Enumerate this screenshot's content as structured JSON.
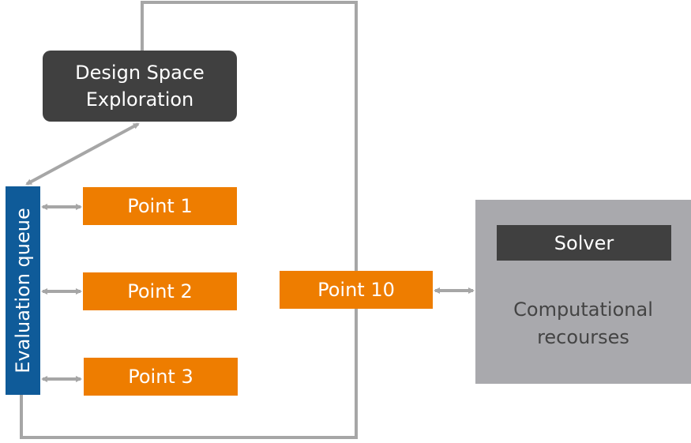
{
  "design_space_exploration": {
    "line1": "Design Space",
    "line2": "Exploration"
  },
  "evaluation_queue": {
    "label": "Evaluation queue"
  },
  "points": {
    "p1": "Point 1",
    "p2": "Point 2",
    "p3": "Point 3",
    "p10": "Point 10"
  },
  "computational_resources": {
    "solver_label": "Solver",
    "line1": "Computational",
    "line2": "recourses"
  },
  "colors": {
    "dark_box": "#404040",
    "queue_blue": "#0f5b99",
    "point_orange": "#ee7d00",
    "resource_gray": "#a9a9ad",
    "connector_gray": "#a6a6a6"
  }
}
